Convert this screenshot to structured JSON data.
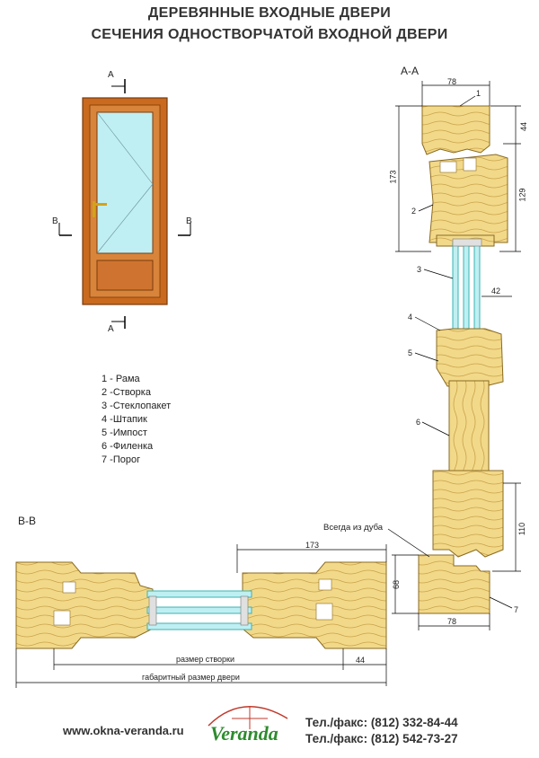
{
  "title_line1": "ДЕРЕВЯННЫЕ ВХОДНЫЕ ДВЕРИ",
  "title_line2": "СЕЧЕНИЯ  ОДНОСТВОРЧАТОЙ ВХОДНОЙ ДВЕРИ",
  "section_labels": {
    "a_top": "A",
    "a_bottom": "A",
    "b_left": "B",
    "b_right": "B",
    "aa_title": "A-A",
    "bb_title": "B-B"
  },
  "legend": [
    "1 - Рама",
    "2 -Створка",
    "3 -Стеклопакет",
    "4 -Штапик",
    "5 -Импост",
    "6 -Филенка",
    "7 -Порог"
  ],
  "aa_dimensions": {
    "top_width": "78",
    "top_44": "44",
    "total_173": "173",
    "sash_129": "129",
    "glass_42": "42",
    "bottom_110": "110",
    "sill_68": "68",
    "bottom_width": "78"
  },
  "aa_callouts": [
    "1",
    "2",
    "3",
    "4",
    "5",
    "6",
    "7"
  ],
  "oak_note": "Всегда из дуба",
  "bb_dimensions": {
    "right_173": "173",
    "sash_size_label": "размер створки",
    "right_44": "44",
    "overall_label": "габаритный размер двери"
  },
  "footer": {
    "url": "www.okna-veranda.ru",
    "brand": "Veranda",
    "phone1": "Тел./факс: (812) 332-84-44",
    "phone2": "Тел./факс: (812) 542-73-27"
  },
  "colors": {
    "wood": "#f2d98a",
    "wood_grain": "#c9a24a",
    "door_frame": "#c96a1e",
    "glass": "#bfeff2",
    "glass_edge": "#3bb3b3",
    "brand_green": "#2e8b2e"
  }
}
